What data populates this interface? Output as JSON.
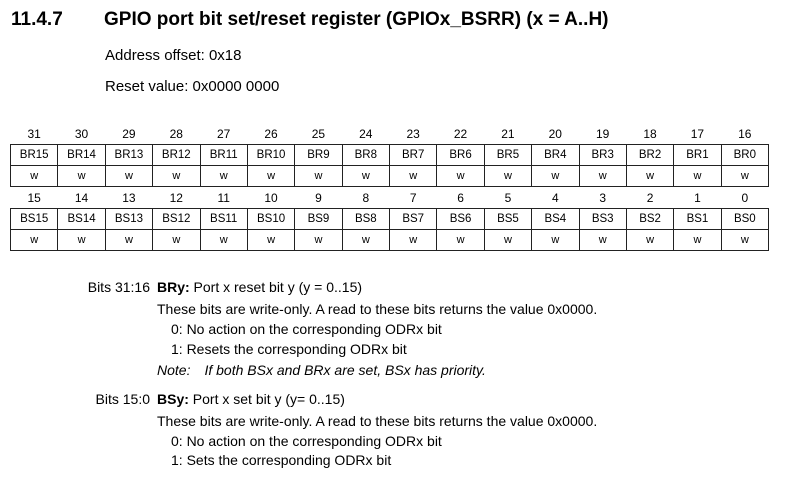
{
  "header": {
    "section_number": "11.4.7",
    "title": "GPIO port bit set/reset register (GPIOx_BSRR) (x = A..H)",
    "address_offset": "Address offset: 0x18",
    "reset_value": "Reset value: 0x0000 0000"
  },
  "register": {
    "upper_bit_numbers": [
      "31",
      "30",
      "29",
      "28",
      "27",
      "26",
      "25",
      "24",
      "23",
      "22",
      "21",
      "20",
      "19",
      "18",
      "17",
      "16"
    ],
    "upper_fields": [
      "BR15",
      "BR14",
      "BR13",
      "BR12",
      "BR11",
      "BR10",
      "BR9",
      "BR8",
      "BR7",
      "BR6",
      "BR5",
      "BR4",
      "BR3",
      "BR2",
      "BR1",
      "BR0"
    ],
    "upper_access": [
      "w",
      "w",
      "w",
      "w",
      "w",
      "w",
      "w",
      "w",
      "w",
      "w",
      "w",
      "w",
      "w",
      "w",
      "w",
      "w"
    ],
    "lower_bit_numbers": [
      "15",
      "14",
      "13",
      "12",
      "11",
      "10",
      "9",
      "8",
      "7",
      "6",
      "5",
      "4",
      "3",
      "2",
      "1",
      "0"
    ],
    "lower_fields": [
      "BS15",
      "BS14",
      "BS13",
      "BS12",
      "BS11",
      "BS10",
      "BS9",
      "BS8",
      "BS7",
      "BS6",
      "BS5",
      "BS4",
      "BS3",
      "BS2",
      "BS1",
      "BS0"
    ],
    "lower_access": [
      "w",
      "w",
      "w",
      "w",
      "w",
      "w",
      "w",
      "w",
      "w",
      "w",
      "w",
      "w",
      "w",
      "w",
      "w",
      "w"
    ]
  },
  "descriptions": {
    "br": {
      "bits": "Bits 31:16",
      "field_name": "BRy:",
      "field_desc": " Port x reset bit y (y = 0..15)",
      "line1": "These bits are write-only. A read to these bits returns the value 0x0000.",
      "line2": "0: No action on the corresponding ODRx bit",
      "line3": "1: Resets the corresponding ODRx bit",
      "note_label": "Note:",
      "note_text": "If both BSx and BRx are set, BSx has priority."
    },
    "bs": {
      "bits": "Bits 15:0",
      "field_name": "BSy:",
      "field_desc": " Port x set bit y (y= 0..15)",
      "line1": "These bits are write-only. A read to these bits returns the value 0x0000.",
      "line2": "0: No action on the corresponding ODRx bit",
      "line3": "1: Sets the corresponding ODRx bit"
    }
  }
}
